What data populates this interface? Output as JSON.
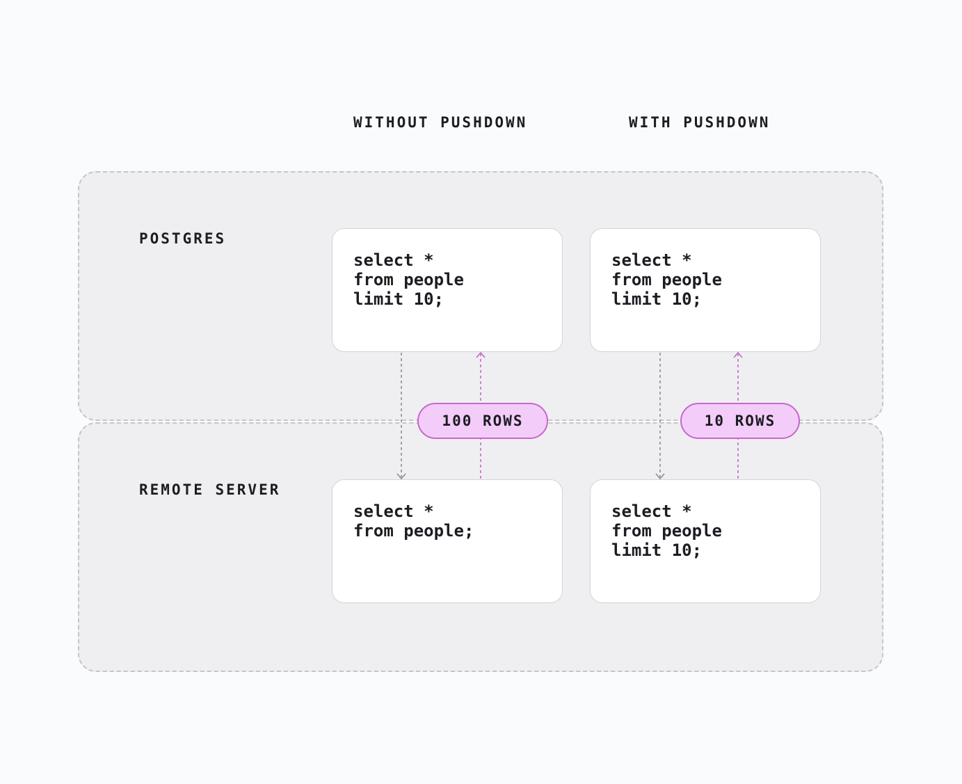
{
  "columns": {
    "without": "WITHOUT PUSHDOWN",
    "with": "WITH PUSHDOWN"
  },
  "regions": {
    "postgres": "POSTGRES",
    "remote": "REMOTE SERVER"
  },
  "queries": {
    "postgres_without": "select *\nfrom people\nlimit 10;",
    "postgres_with": "select *\nfrom people\nlimit 10;",
    "remote_without": "select *\nfrom people;",
    "remote_with": "select *\nfrom people\nlimit 10;"
  },
  "results": {
    "without": "100 ROWS",
    "with": "10 ROWS"
  },
  "colors": {
    "background": "#fafbfc",
    "region_fill": "#efeff1",
    "region_border": "#c5c5c9",
    "request_arrow": "#8e8e94",
    "result_pill_fill": "#f3ccf9",
    "result_pill_border": "#c866cf",
    "result_arrow": "#c06ac8"
  }
}
